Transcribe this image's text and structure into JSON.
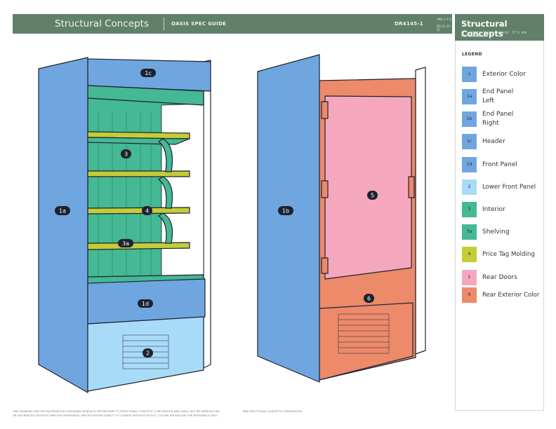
{
  "header": {
    "brand": "Structural Concepts",
    "guide_title": "OASIS SPEC GUIDE",
    "model": "DR4145-1",
    "code_line1": "AWL-1-1-1",
    "code_line2": "DR 01-25-25"
  },
  "logo": {
    "title": "Structural Concepts",
    "tagline": "IT'S MORE THAN A CASE. IT'S AN EXPERIENCE"
  },
  "legend": {
    "title": "LEGEND",
    "items": [
      {
        "code": "1",
        "label": "Exterior Color",
        "color": "#6fa6e0"
      },
      {
        "code": "1a",
        "label": "End Panel Left",
        "color": "#6fa6e0"
      },
      {
        "code": "1b",
        "label": "End Panel Right",
        "color": "#6fa6e0"
      },
      {
        "code": "1c",
        "label": "Header",
        "color": "#6fa6e0"
      },
      {
        "code": "1d",
        "label": "Front Panel",
        "color": "#6fa6e0"
      },
      {
        "code": "2",
        "label": "Lower Front Panel",
        "color": "#a8dbf7"
      },
      {
        "code": "3",
        "label": "Interior",
        "color": "#45b894"
      },
      {
        "code": "3a",
        "label": "Shelving",
        "color": "#45b894"
      },
      {
        "code": "4",
        "label": "Price Tag Molding",
        "color": "#c4cd37"
      },
      {
        "code": "5",
        "label": "Rear Doors",
        "color": "#f5a8bd"
      },
      {
        "code": "6",
        "label": "Rear Exterior Color",
        "color": "#ec8a6a"
      }
    ]
  },
  "callouts": {
    "header": "1c",
    "interior": "3",
    "price_tag": "4",
    "shelving": "3a",
    "front_panel": "1d",
    "lower_front": "2",
    "end_left": "1a",
    "end_right": "1b",
    "rear_doors": "5",
    "rear_exterior": "6"
  },
  "footer": {
    "note_left_1": "THIS DRAWING AND THE INFORMATION CONTAINED HEREIN IS PROPRIETARY TO STRUCTURAL CONCEPTS CORPORATION AND SHALL NOT BE REPRODUCED",
    "note_left_2": "OR DISTRIBUTED WITHOUT WRITTEN PERMISSION. SPECIFICATIONS SUBJECT TO CHANGE WITHOUT NOTICE. COLORS SHOWN ARE FOR REFERENCE ONLY.",
    "note_right": "888 STRUCTURAL CONCEPTS CORPORATION"
  }
}
